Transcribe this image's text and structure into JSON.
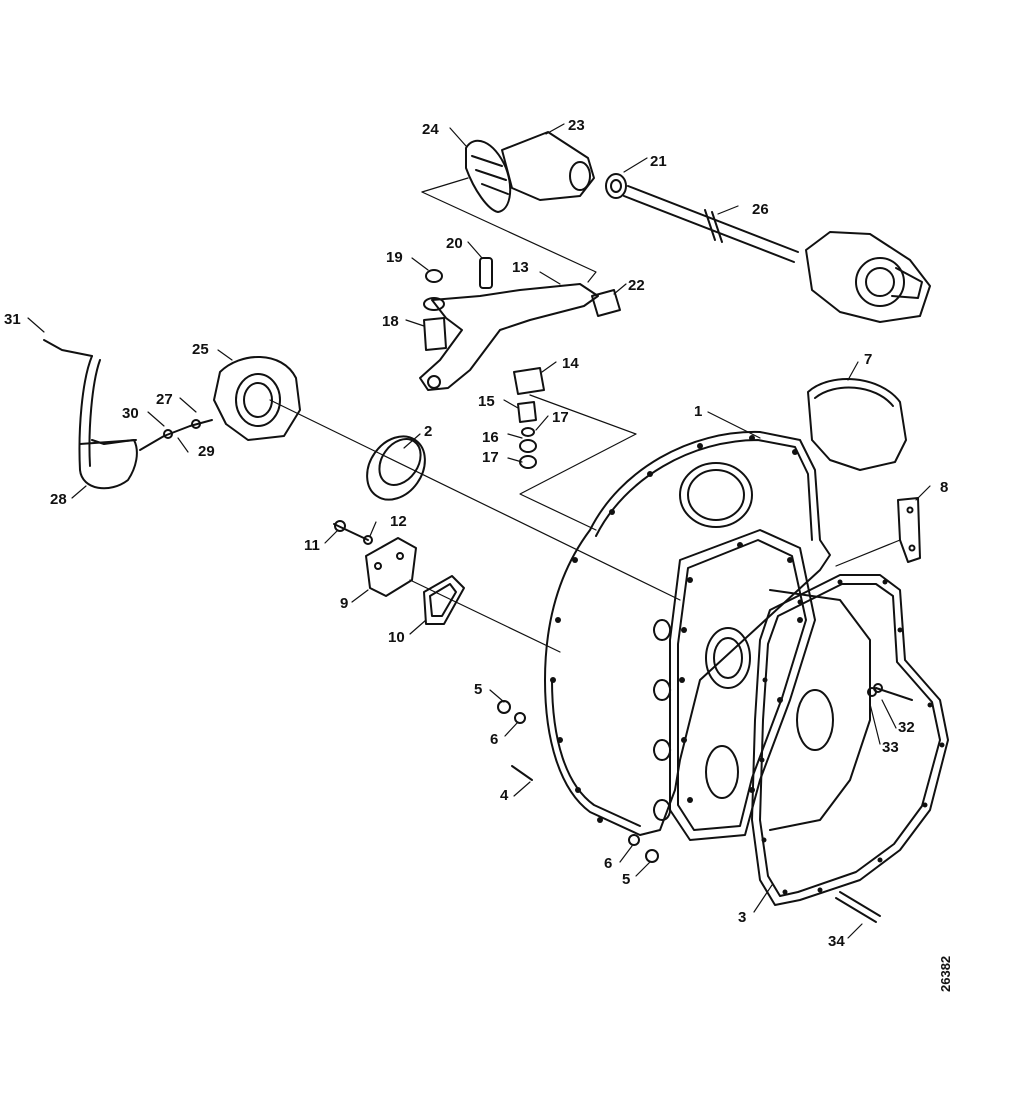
{
  "diagram": {
    "drawing_number": "26382",
    "callouts": {
      "c1": "1",
      "c2": "2",
      "c3": "3",
      "c4": "4",
      "c5a": "5",
      "c5b": "5",
      "c6a": "6",
      "c6b": "6",
      "c7": "7",
      "c8": "8",
      "c9": "9",
      "c10": "10",
      "c11": "11",
      "c12": "12",
      "c13": "13",
      "c14": "14",
      "c15": "15",
      "c16": "16",
      "c17a": "17",
      "c17b": "17",
      "c18": "18",
      "c19": "19",
      "c20": "20",
      "c21": "21",
      "c22": "22",
      "c23": "23",
      "c24": "24",
      "c25": "25",
      "c26": "26",
      "c27": "27",
      "c28": "28",
      "c29": "29",
      "c30": "30",
      "c31": "31",
      "c32": "32",
      "c33": "33",
      "c34": "34"
    }
  }
}
